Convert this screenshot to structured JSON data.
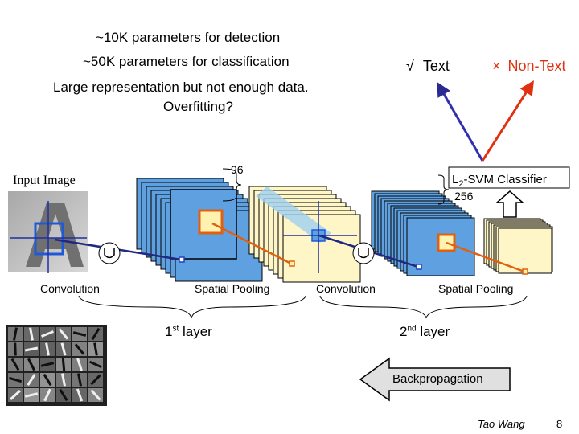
{
  "header": {
    "line1": "~10K parameters for detection",
    "line2": "~50K parameters for classification",
    "line3": "Large representation but not enough data.",
    "line4": "Overfitting?"
  },
  "outputs": {
    "text_mark": "√",
    "text_label": "Text",
    "nontext_mark": "×",
    "nontext_label": "Non-Text"
  },
  "input_image": {
    "label": "Input Image"
  },
  "counts": {
    "first_layer_maps": "96",
    "second_layer_maps": "256"
  },
  "classifier": {
    "label_pre": "L",
    "label_sub": "2",
    "label_post": "-SVM Classifier"
  },
  "stages": {
    "conv1": "Convolution",
    "pool1": "Spatial Pooling",
    "conv2": "Convolution",
    "pool2": "Spatial Pooling"
  },
  "layers": {
    "first_num": "1",
    "first_sup": "st",
    "first_word": "layer",
    "second_num": "2",
    "second_sup": "nd",
    "second_word": "layer"
  },
  "backprop": {
    "label": "Backpropagation"
  },
  "footer": {
    "author": "Tao Wang",
    "page": "8"
  },
  "colors": {
    "map_blue": "#5fa0e0",
    "map_yellow": "#fff6c8",
    "arrow_orange": "#e06010",
    "arrow_navy": "#202880",
    "text_purple": "#3030b0",
    "nontext_red": "#e03010"
  },
  "icons": {
    "convolution_symbol": "union-cup-icon",
    "backprop_arrow": "left-arrow-icon"
  }
}
